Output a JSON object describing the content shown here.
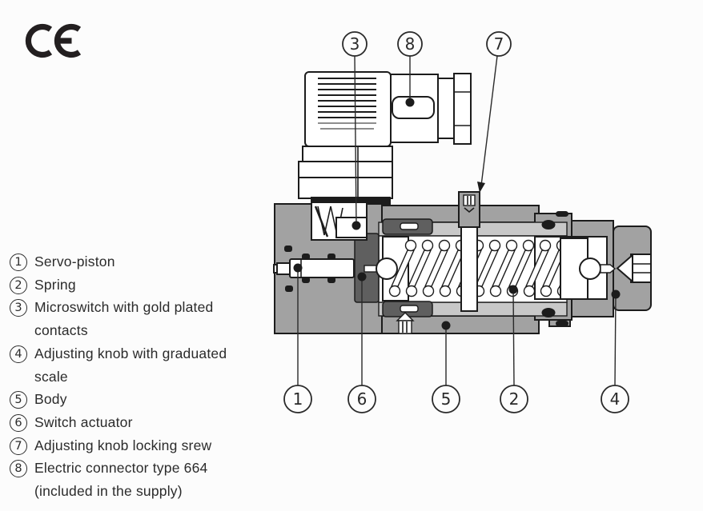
{
  "ce_mark": "CE",
  "legend": {
    "items": [
      {
        "num": "1",
        "label": "Servo-piston"
      },
      {
        "num": "2",
        "label": "Spring"
      },
      {
        "num": "3",
        "label": "Microswitch with gold plated contacts"
      },
      {
        "num": "4",
        "label": "Adjusting knob with graduated scale"
      },
      {
        "num": "5",
        "label": "Body"
      },
      {
        "num": "6",
        "label": "Switch actuator"
      },
      {
        "num": "7",
        "label": "Adjusting knob locking srew"
      },
      {
        "num": "8",
        "label": "Electric connector type 664 (included in the supply)"
      }
    ]
  },
  "diagram": {
    "callouts": {
      "c1": "1",
      "c2": "2",
      "c3": "3",
      "c4": "4",
      "c5": "5",
      "c6": "6",
      "c7": "7",
      "c8": "8"
    }
  },
  "colors": {
    "body_gray": "#a2a2a2",
    "dark_gray": "#5f5f5f",
    "light_gray": "#c8c8c8",
    "line": "#1c1c1c",
    "background": "#fcfcfc"
  }
}
